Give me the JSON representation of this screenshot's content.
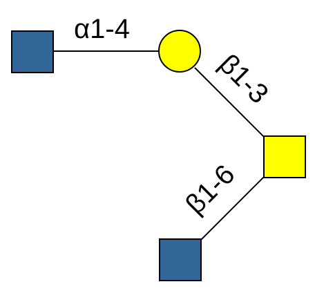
{
  "glycan": {
    "residues": [
      {
        "id": "square-blue-top",
        "shape": "square",
        "color": "#336699"
      },
      {
        "id": "circle-yellow",
        "shape": "circle",
        "color": "#FFFF00"
      },
      {
        "id": "square-yellow",
        "shape": "square",
        "color": "#FFFF00"
      },
      {
        "id": "square-blue-bottom",
        "shape": "square",
        "color": "#336699"
      }
    ],
    "linkages": [
      {
        "id": "link-a14",
        "label": "α1-4"
      },
      {
        "id": "link-b13",
        "label": "β1-3"
      },
      {
        "id": "link-b16",
        "label": "β1-6"
      }
    ]
  }
}
